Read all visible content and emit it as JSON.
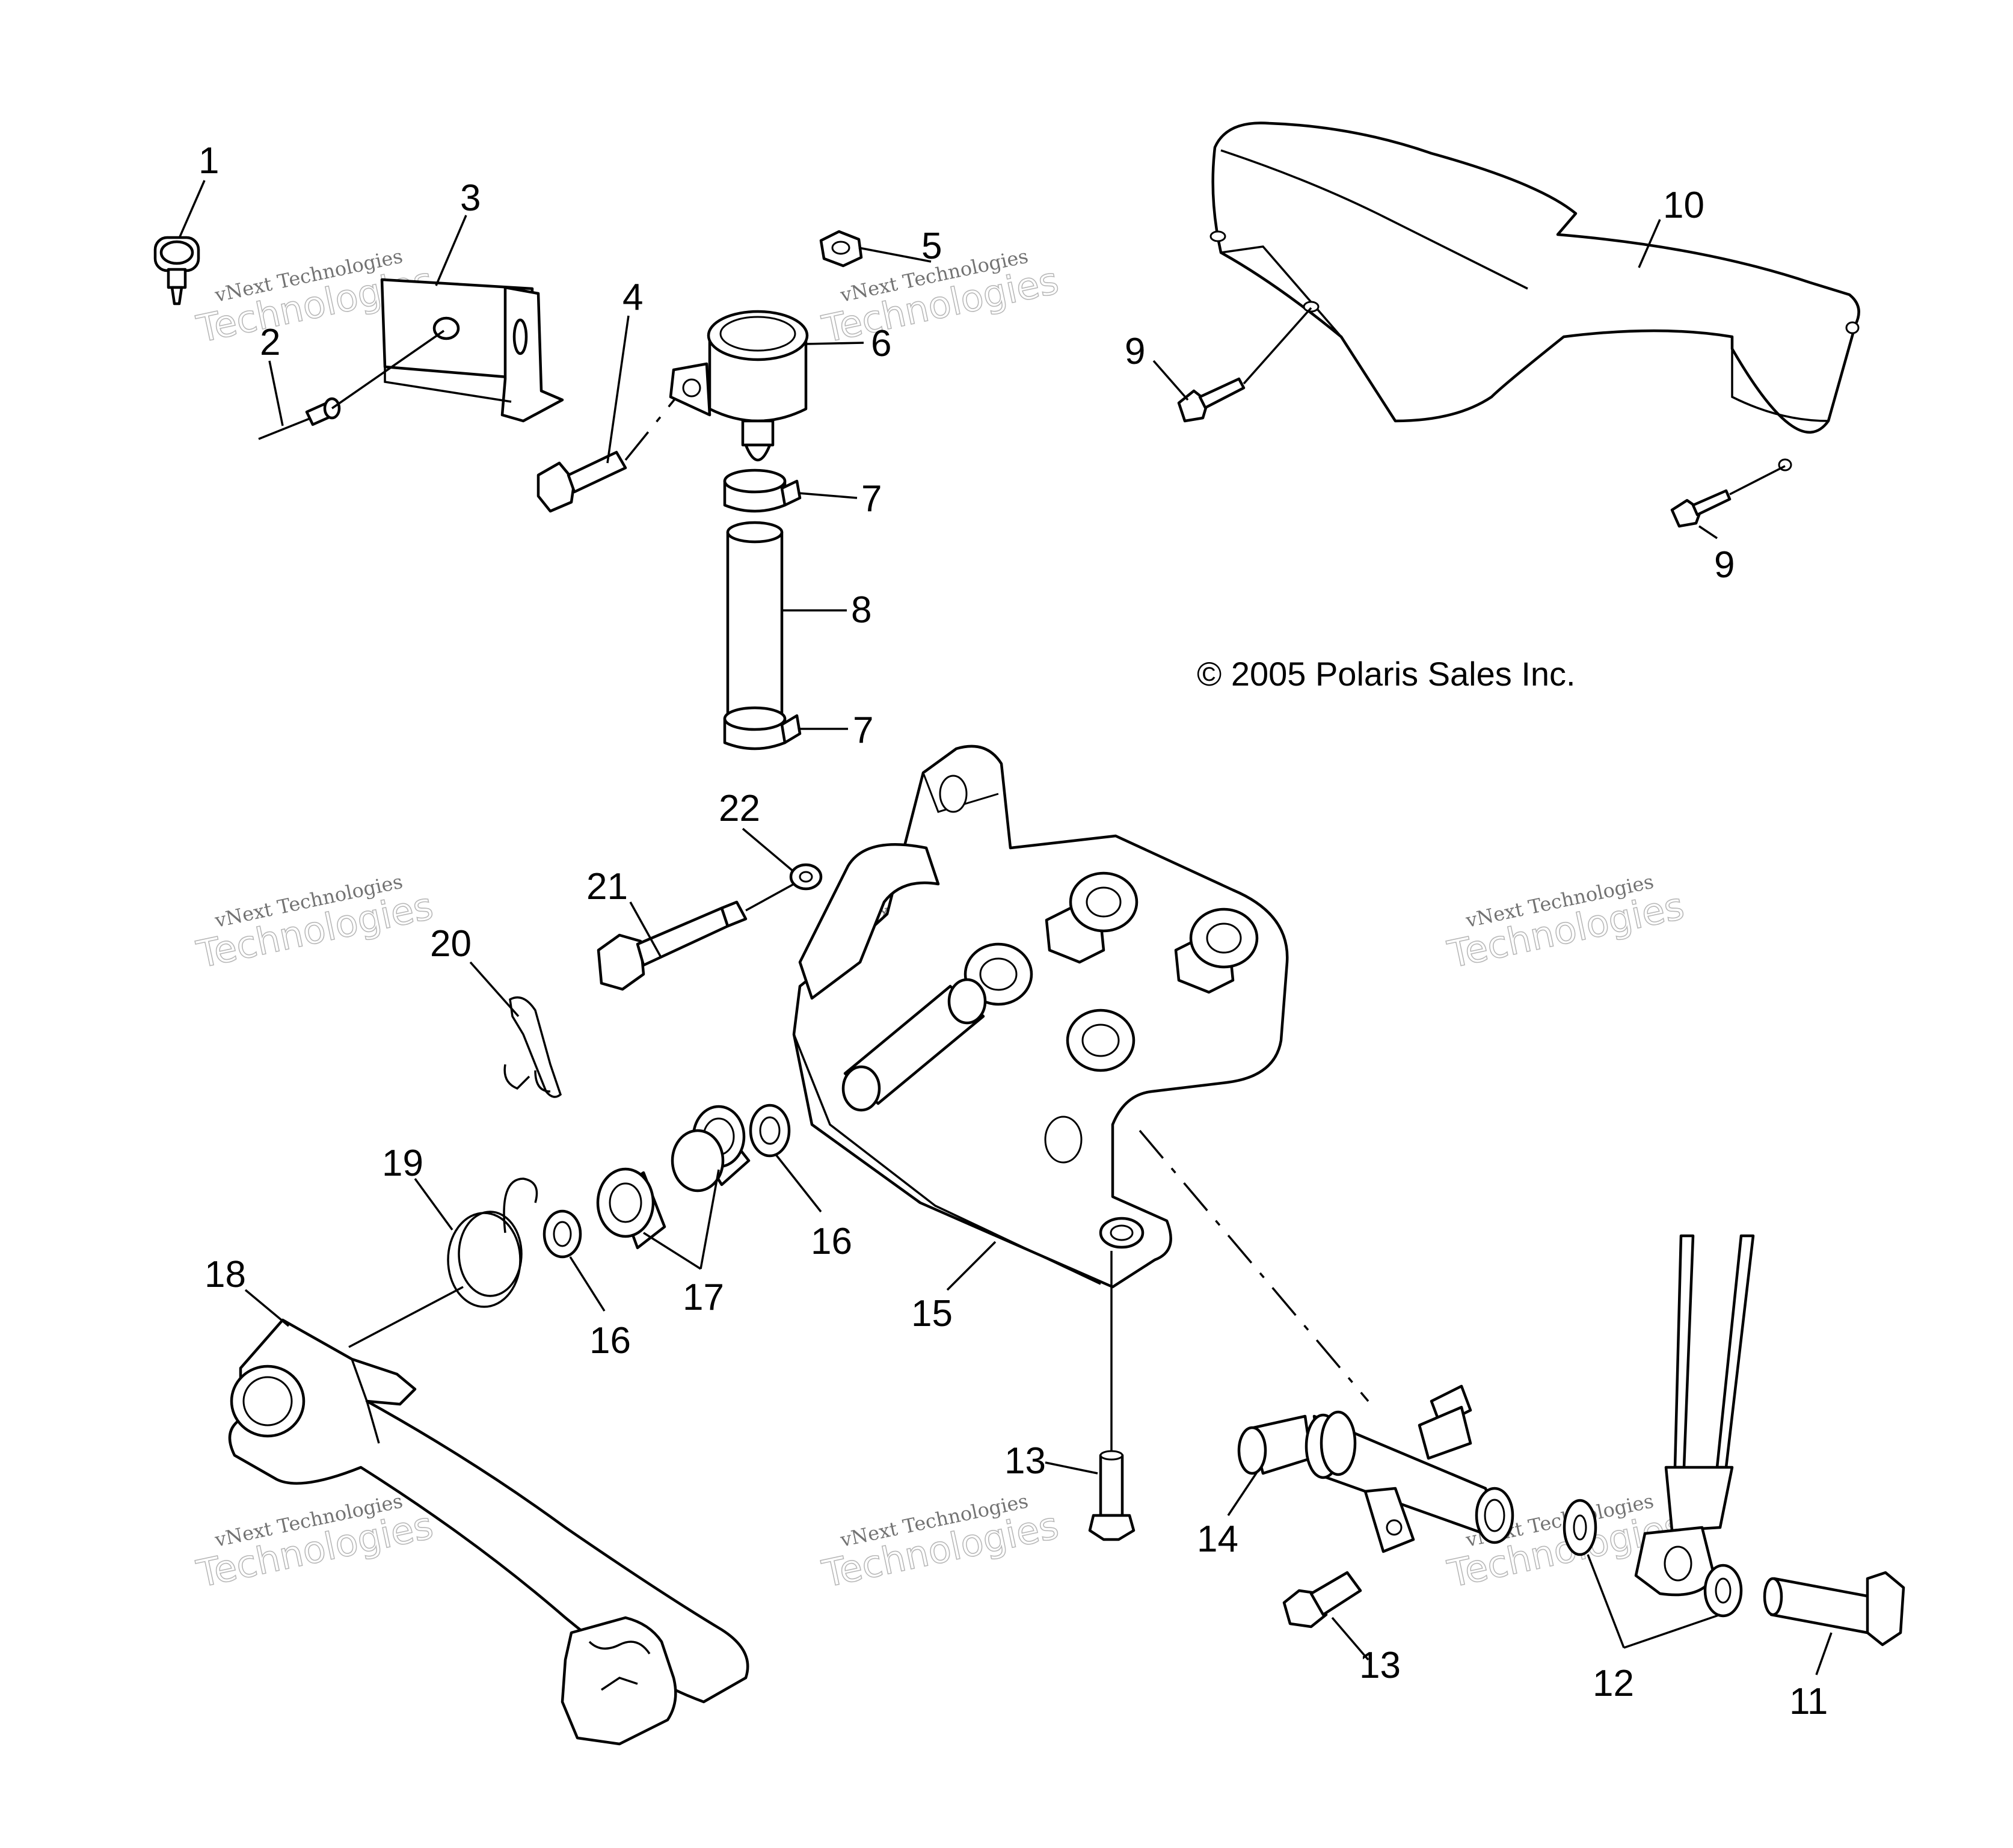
{
  "copyright": "© 2005 Polaris Sales Inc.",
  "watermark": {
    "line1": "vNext Technologies",
    "line2": "Technologies"
  },
  "callouts": {
    "c1": "1",
    "c2": "2",
    "c3": "3",
    "c4": "4",
    "c5": "5",
    "c6": "6",
    "c7a": "7",
    "c7b": "7",
    "c8": "8",
    "c9a": "9",
    "c9b": "9",
    "c10": "10",
    "c11": "11",
    "c12": "12",
    "c13a": "13",
    "c13b": "13",
    "c14": "14",
    "c15": "15",
    "c16a": "16",
    "c16b": "16",
    "c17": "17",
    "c18": "18",
    "c19": "19",
    "c20": "20",
    "c21": "21",
    "c22": "22"
  }
}
